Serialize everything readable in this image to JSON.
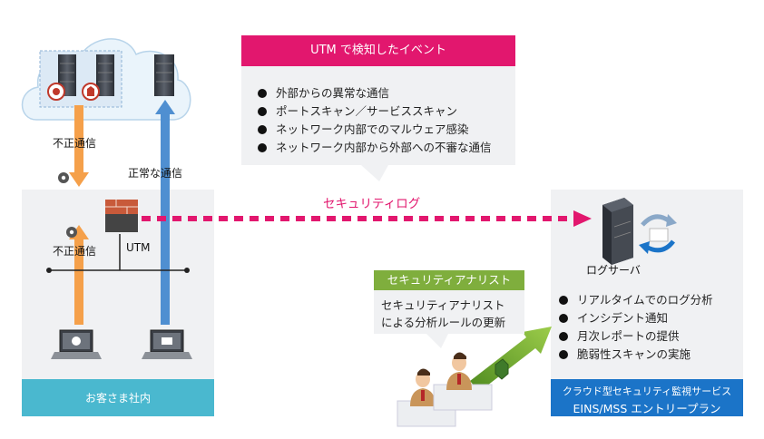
{
  "utm_events": {
    "title": "UTM で検知したイベント",
    "items": [
      "外部からの異常な通信",
      "ポートスキャン／サービススキャン",
      "ネットワーク内部でのマルウェア感染",
      "ネットワーク内部から外部への不審な通信"
    ]
  },
  "labels": {
    "illegal_comm_top": "不正通信",
    "normal_comm": "正常な通信",
    "illegal_comm_inside": "不正通信",
    "utm": "UTM",
    "security_log": "セキュリティログ",
    "log_server": "ログサーバ"
  },
  "customer": {
    "label": "お客さま社内"
  },
  "analyst": {
    "title": "セキュリティアナリスト",
    "text_line1": "セキュリティアナリスト",
    "text_line2": "による分析ルールの更新"
  },
  "service": {
    "items": [
      "リアルタイムでのログ分析",
      "インシデント通知",
      "月次レポートの提供",
      "脆弱性スキャンの実施"
    ],
    "footer_line1": "クラウド型セキュリティ監視サービス",
    "footer_line2": "EINS/MSS エントリープラン"
  },
  "colors": {
    "accent_pink": "#e2176e",
    "accent_green": "#7fae3d",
    "accent_blue": "#1b74c8",
    "customer_bar": "#4ab8cf",
    "panel_bg": "#f0f1f3",
    "arrow_orange": "#f5a04a",
    "arrow_blue": "#4f8fd1"
  }
}
